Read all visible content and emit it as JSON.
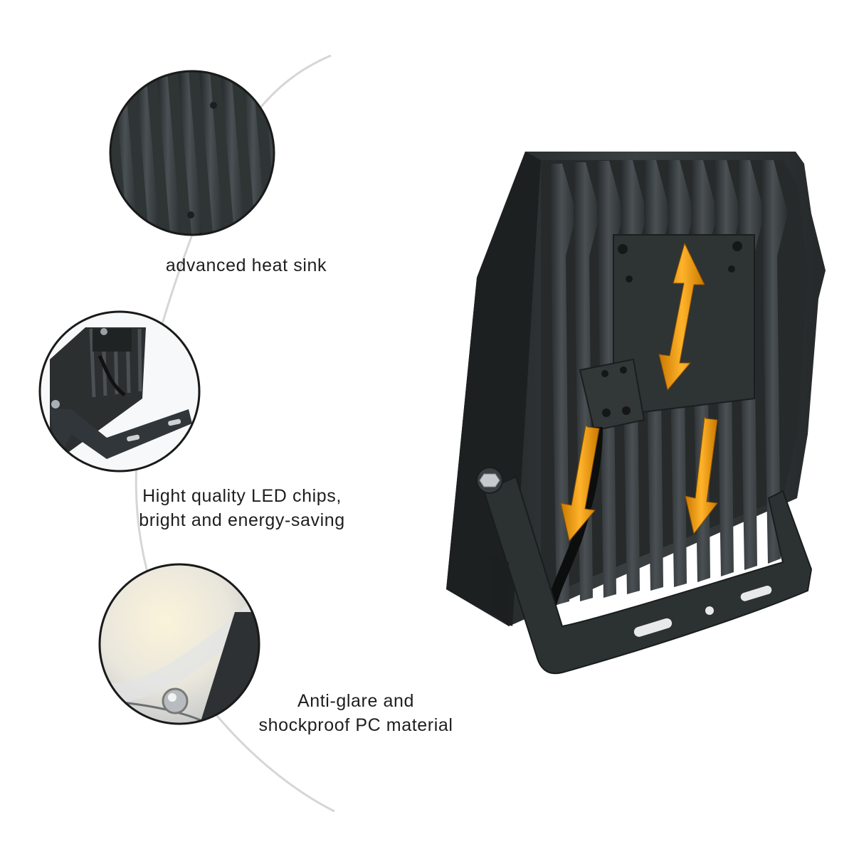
{
  "captions": {
    "heat_sink": "advanced heat sink",
    "led_chips": {
      "line1": "Hight quality LED chips,",
      "line2": "bright and energy-saving"
    },
    "pc_material": {
      "line1": "Anti-glare and",
      "line2": "shockproof PC material"
    }
  },
  "colors": {
    "background": "#ffffff",
    "housing": "#2b2f30",
    "fin": "#3a3f40",
    "arrow": "#f0a020",
    "guide_arc": "#d6d6d6",
    "text": "#1e1e1e"
  },
  "icons": {
    "airflow_up": "up-down-arrow-icon",
    "airflow_down_left": "down-arrow-icon",
    "airflow_down_right": "down-arrow-icon"
  }
}
